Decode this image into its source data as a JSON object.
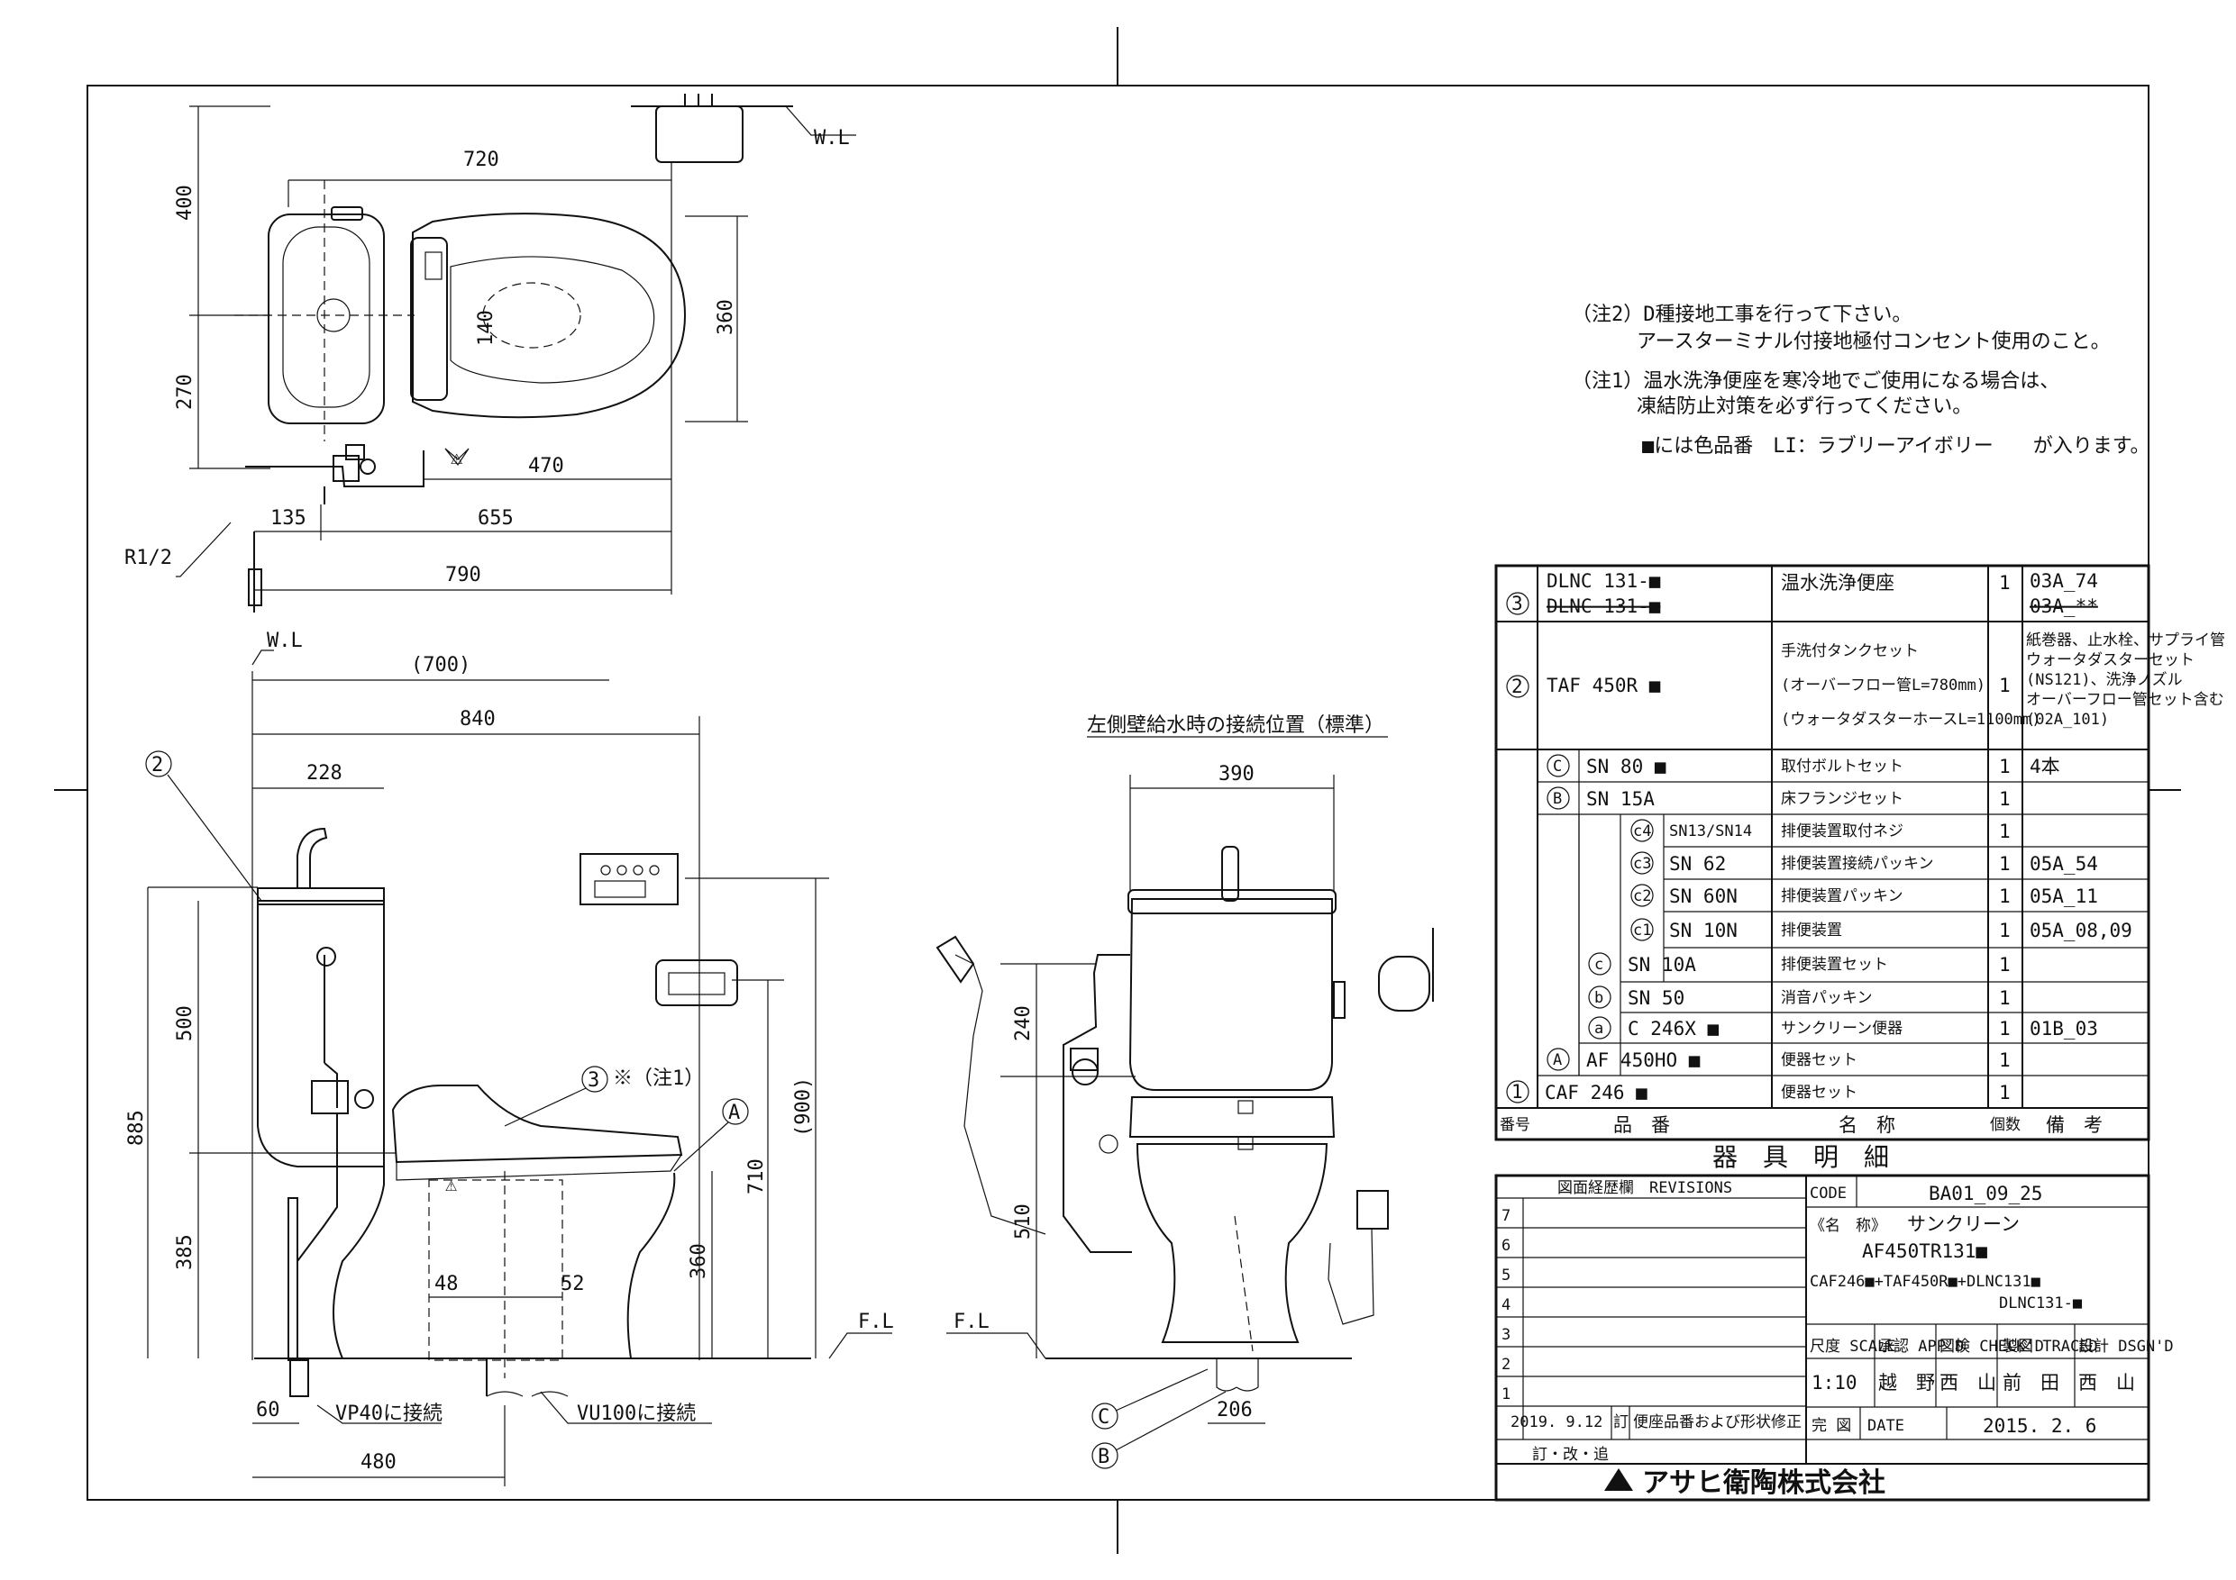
{
  "drawing": {
    "labels": {
      "wl": "W.L",
      "fl": "F.L",
      "r12": "R1/2",
      "vp40": "VP40に接続",
      "vu100": "VU100に接続",
      "left_wall": "左側壁給水時の接続位置（標準）",
      "note1_ref": "※（注1）",
      "circle2": "2",
      "circle3": "3",
      "circleA": "A",
      "circleB": "B",
      "circleC": "C"
    },
    "dims_top": {
      "d720": "720",
      "d400": "400",
      "d270": "270",
      "d360": "360",
      "d140": "140",
      "d470": "470",
      "d135": "135",
      "d655": "655",
      "d790": "790"
    },
    "dims_side": {
      "d700": "(700)",
      "d840": "840",
      "d228": "228",
      "d500": "500",
      "d885": "885",
      "d385": "385",
      "d360": "360",
      "d710": "710",
      "d900": "(900)",
      "d48": "48",
      "d52": "52",
      "d60": "60",
      "d480": "480"
    },
    "dims_front": {
      "d390": "390",
      "d240": "240",
      "d510": "510",
      "d206": "206"
    }
  },
  "notes": {
    "note2_line1": "（注2）D種接地工事を行って下さい。",
    "note2_line2": "アースターミナル付接地極付コンセント使用のこと。",
    "note1_line1": "（注1）温水洗浄便座を寒冷地でご使用になる場合は、",
    "note1_line2": "凍結防止対策を必ず行ってください。",
    "color_line": "■には色品番　LI：ラブリーアイボリー　　が入ります。"
  },
  "parts_table": {
    "rows": [
      {
        "no": "3",
        "code": "DLNC 131-■",
        "code2": "DLNC 131-■",
        "name": "温水洗浄便座",
        "qty": "1",
        "remark": "03A_74",
        "remark2": "03A_**"
      },
      {
        "no": "2",
        "code": "TAF 450R ■",
        "name": "手洗付タンクセット",
        "name2": "(オーバーフロー管L=780mm)",
        "name3": "(ウォータダスターホースL=1100mm)",
        "qty": "1",
        "remark": "紙巻器、止水栓、サプライ管",
        "remark2": "ウォータダスターセット",
        "remark3": "(NS121)、洗浄ノズル",
        "remark4": "オーバーフロー管セット含む",
        "remark5": "(02A_101)"
      },
      {
        "sub": "C",
        "code": "SN 80 ■",
        "name": "取付ボルトセット",
        "qty": "1",
        "remark": "4本"
      },
      {
        "sub": "B",
        "code": "SN 15A",
        "name": "床フランジセット",
        "qty": "1",
        "remark": ""
      },
      {
        "sub": "c4",
        "code": "SN13/SN14",
        "name": "排便装置取付ネジ",
        "qty": "1",
        "remark": ""
      },
      {
        "sub": "c3",
        "code": "SN 62",
        "name": "排便装置接続パッキン",
        "qty": "1",
        "remark": "05A_54"
      },
      {
        "sub": "c2",
        "code": "SN 60N",
        "name": "排便装置パッキン",
        "qty": "1",
        "remark": "05A_11"
      },
      {
        "sub": "c1",
        "code": "SN 10N",
        "name": "排便装置",
        "qty": "1",
        "remark": "05A_08,09"
      },
      {
        "sub": "c",
        "code": "SN 10A",
        "name": "排便装置セット",
        "qty": "1",
        "remark": ""
      },
      {
        "sub": "b",
        "code": "SN 50",
        "name": "消音パッキン",
        "qty": "1",
        "remark": ""
      },
      {
        "sub": "a",
        "code": "C 246X ■",
        "name": "サンクリーン便器",
        "qty": "1",
        "remark": "01B_03"
      },
      {
        "sub": "A",
        "code": "AF 450HO ■",
        "name": "便器セット",
        "qty": "1",
        "remark": ""
      },
      {
        "no": "1",
        "code": "CAF 246 ■",
        "name": "便器セット",
        "qty": "1",
        "remark": ""
      }
    ],
    "header": {
      "no": "番号",
      "code": "品　番",
      "name": "名　称",
      "qty": "個数",
      "remark": "備　考"
    },
    "title": "器　具　明　細"
  },
  "title_block": {
    "revisions_label": "図面経歴欄　REVISIONS",
    "code_label": "CODE",
    "code_value": "BA01_09_25",
    "name_label": "《名　称》",
    "product_name": "サンクリーン",
    "model": "AF450TR131■",
    "combo": "CAF246■+TAF450R■+DLNC131■",
    "combo2": "DLNC131-■",
    "scale_label": "尺度 SCALE",
    "appd_label": "承認 APP'D",
    "check_label": "図検 CHECK'D",
    "traced_label": "製図 TRACED",
    "dsgn_label": "設計 DSGN'D",
    "scale": "1:10",
    "appd": "越　野",
    "checkd": "西　山",
    "traced": "前　田",
    "dsgn": "西　山",
    "rev_date": "2019. 9.12",
    "rev_mark": "訂",
    "rev_text": "便座品番および形状修正",
    "rev_footer": "訂・改・追",
    "complete_label": "完 図",
    "date_label": "DATE",
    "date": "2015. 2. 6",
    "company": "アサヒ衛陶株式会社",
    "rev_numbers": [
      "7",
      "6",
      "5",
      "4",
      "3",
      "2",
      "1"
    ]
  }
}
